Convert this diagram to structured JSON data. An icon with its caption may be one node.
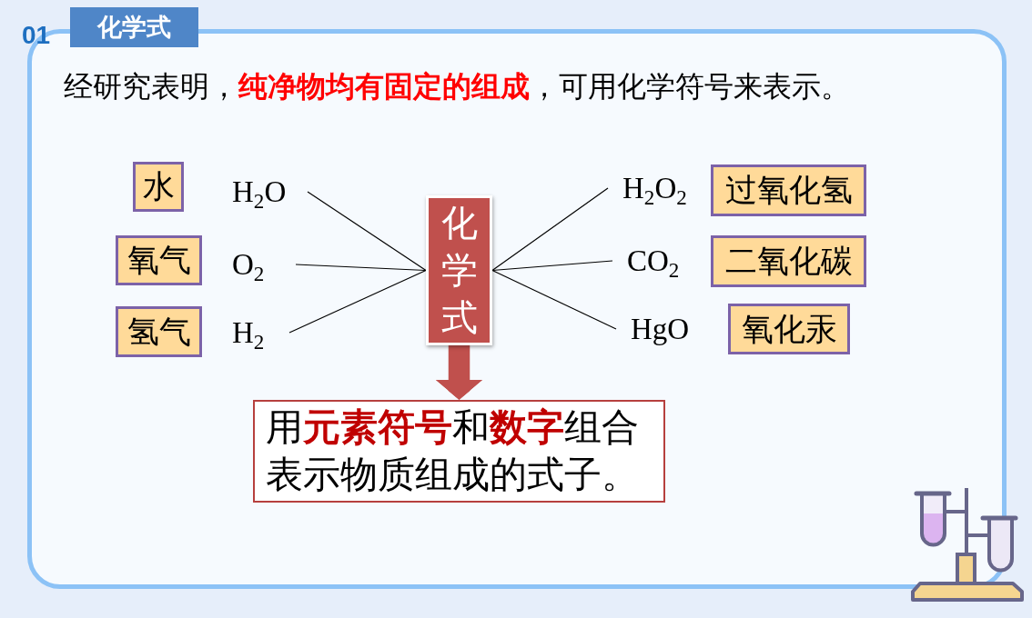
{
  "diagram": {
    "title": "化学式",
    "nodes": [
      {
        "text": [
          "水"
        ]
      },
      {
        "text": [
          "氧气"
        ]
      },
      {
        "text": [
          "氢气"
        ]
      },
      {
        "text": [
          "H$_{2}$O"
        ]
      },
      {
        "text": [
          "O$_{2}$"
        ]
      },
      {
        "text": [
          "H$_{2}$"
        ]
      },
      {
        "text": [
          "化学式"
        ]
      },
      {
        "text": [
          "H$_{2}$O$_{2}$"
        ]
      },
      {
        "text": [
          "CO$_{2}$"
        ]
      },
      {
        "text": [
          "HgO"
        ]
      },
      {
        "text": [
          "过氧化氢"
        ]
      },
      {
        "text": [
          "二氧化碳"
        ]
      },
      {
        "text": [
          "氧化汞"
        ]
      },
      {
        "text": [
          "用**元素符号**和**数字**组合表示物质组成的式子。"
        ]
      }
    ],
    "edges": [
      {
        "from": 3,
        "to": 6,
        "arrow": "none"
      },
      {
        "from": 4,
        "to": 6,
        "arrow": "none"
      },
      {
        "from": 5,
        "to": 6,
        "arrow": "none"
      },
      {
        "from": 6,
        "to": 7,
        "arrow": "none"
      },
      {
        "from": 6,
        "to": 8,
        "arrow": "none"
      },
      {
        "from": 6,
        "to": 9,
        "arrow": "none"
      },
      {
        "from": 6,
        "to": 13,
        "arrow": "to",
        "style": "thick",
        "color": "#c0504d"
      }
    ],
    "labels": [
      "01",
      "经研究表明，**纯净物均有固定的组成**，可用化学符号来表示。"
    ]
  }
}
